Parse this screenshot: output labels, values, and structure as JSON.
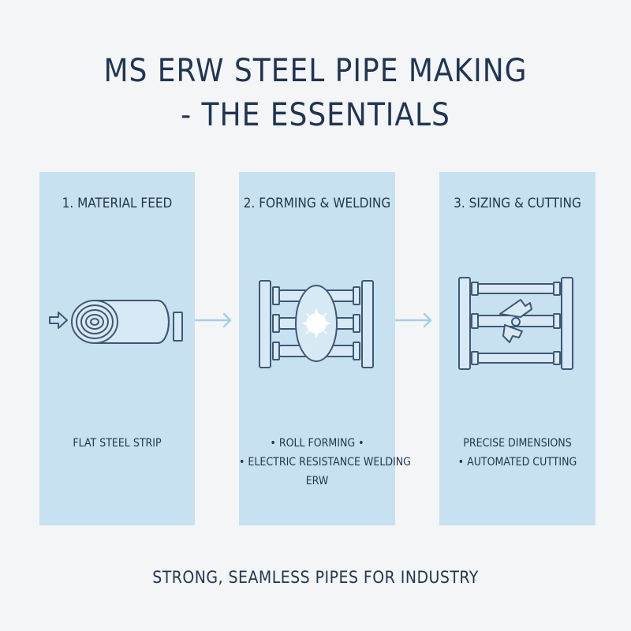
{
  "title": {
    "line1": "MS ERW STEEL PIPE MAKING",
    "line2": "- THE ESSENTIALS"
  },
  "steps": [
    {
      "title": "1. MATERIAL FEED",
      "lines": [
        "FLAT STEEL STRIP"
      ],
      "icon": "steel-coil-icon"
    },
    {
      "title": "2. FORMING & WELDING",
      "lines": [
        "• ROLL FORMING •",
        "• ELECTRIC RESISTANCE WELDING",
        "ERW"
      ],
      "icon": "forming-rollers-icon"
    },
    {
      "title": "3. SIZING & CUTTING",
      "lines": [
        "PRECISE DIMENSIONS",
        "• AUTOMATED CUTTING"
      ],
      "icon": "sizing-cutter-icon"
    }
  ],
  "footer": "STRONG, SEAMLESS PIPES FOR INDUSTRY",
  "colors": {
    "background": "#f3f5f7",
    "panel": "#c7e1f0",
    "text": "#25364d",
    "arrow": "#a6cfe6"
  }
}
